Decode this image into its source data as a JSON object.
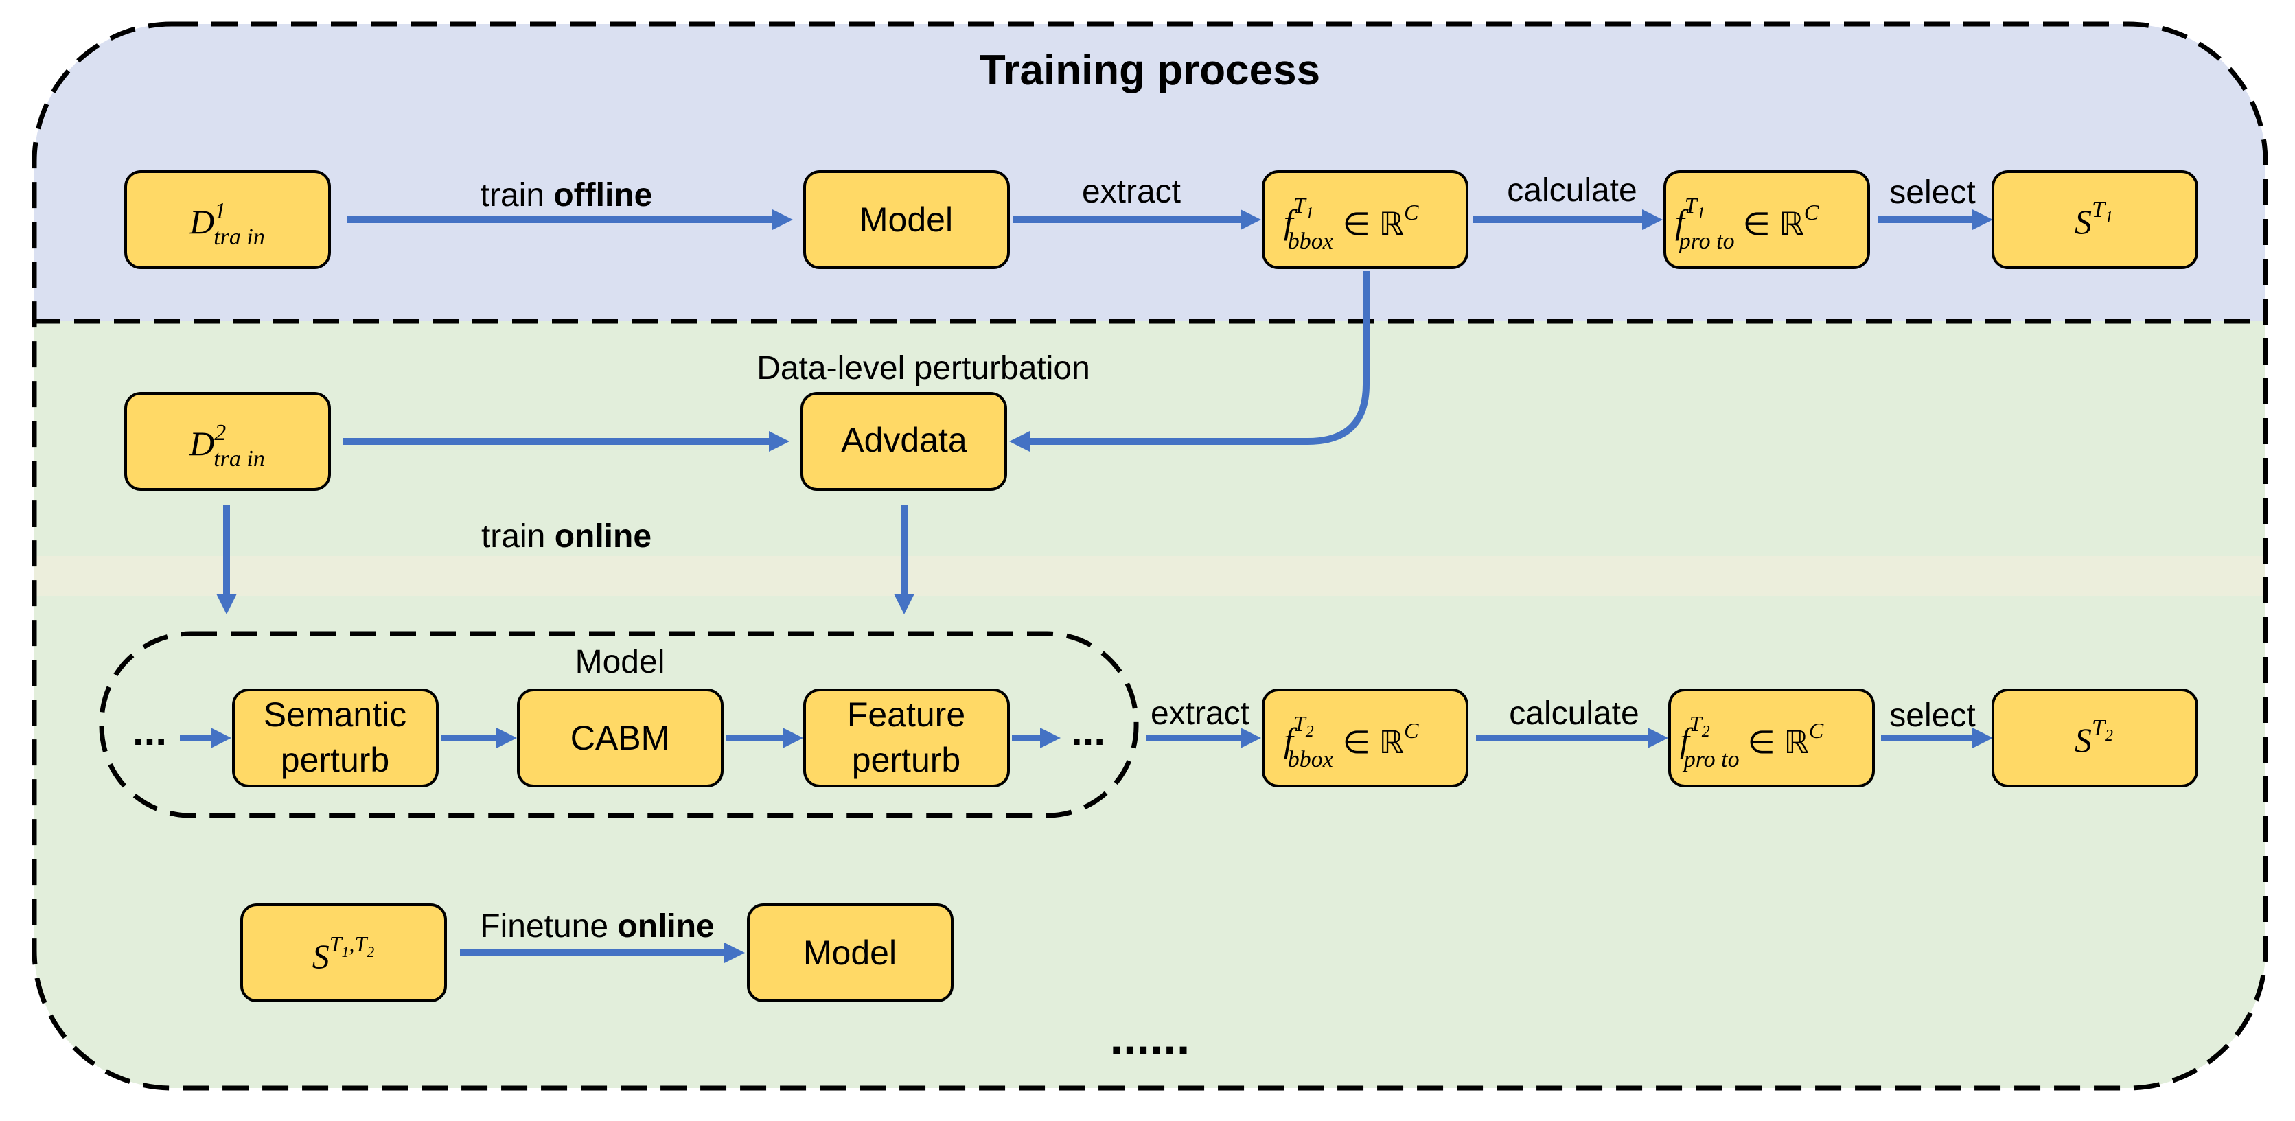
{
  "title": "Training process",
  "colors": {
    "top_panel": "#DAE0F1",
    "bottom_panel": "#E2EEDB",
    "band": "#ECEEDC",
    "box_fill": "#FFD966",
    "arrow": "#4472C4",
    "dash": "#000000"
  },
  "row1": {
    "d_train_base": "D",
    "d_train_sup": "1",
    "d_train_sub": "tra in",
    "train_label_pre": "train ",
    "train_label_bold": "offline",
    "model": "Model",
    "extract": "extract",
    "fbbox_base": "f",
    "fbbox_sup": "T",
    "fbbox_sup_sub": "1",
    "fbbox_sub": "bbox",
    "fbbox_in": "∈ ℝ",
    "fbbox_c": "C",
    "calculate": "calculate",
    "fproto_base": "f",
    "fproto_sup": "T",
    "fproto_sup_sub": "1",
    "fproto_sub": "pro to",
    "fproto_in": "∈ ℝ",
    "fproto_c": "C",
    "select": "select",
    "s_base": "S",
    "s_sup": "T",
    "s_sup_sub": "1"
  },
  "row2": {
    "data_level_label": "Data-level perturbation",
    "d_train_base": "D",
    "d_train_sup": "2",
    "d_train_sub": "tra in",
    "advdata": "Advdata",
    "train_label_pre": "train ",
    "train_label_bold": "online"
  },
  "row3": {
    "model_group_label": "Model",
    "ellipsis_left": "...",
    "semantic_line1": "Semantic",
    "semantic_line2": "perturb",
    "cabm": "CABM",
    "feature_line1": "Feature",
    "feature_line2": "perturb",
    "ellipsis_right": "...",
    "extract": "extract",
    "fbbox_base": "f",
    "fbbox_sup": "T",
    "fbbox_sup_sub": "2",
    "fbbox_sub": "bbox",
    "fbbox_in": "∈ ℝ",
    "fbbox_c": "C",
    "calculate": "calculate",
    "fproto_base": "f",
    "fproto_sup": "T",
    "fproto_sup_sub": "2",
    "fproto_sub": "pro to",
    "fproto_in": "∈ ℝ",
    "fproto_c": "C",
    "select": "select",
    "s_base": "S",
    "s_sup": "T",
    "s_sup_sub": "2"
  },
  "row4": {
    "s_base": "S",
    "s_sup1": "T",
    "s_sup1_sub": "1",
    "s_comma": ",",
    "s_sup2": "T",
    "s_sup2_sub": "2",
    "finetune_pre": "Finetune ",
    "finetune_bold": "online",
    "model": "Model"
  },
  "bottom_ellipsis": "......"
}
